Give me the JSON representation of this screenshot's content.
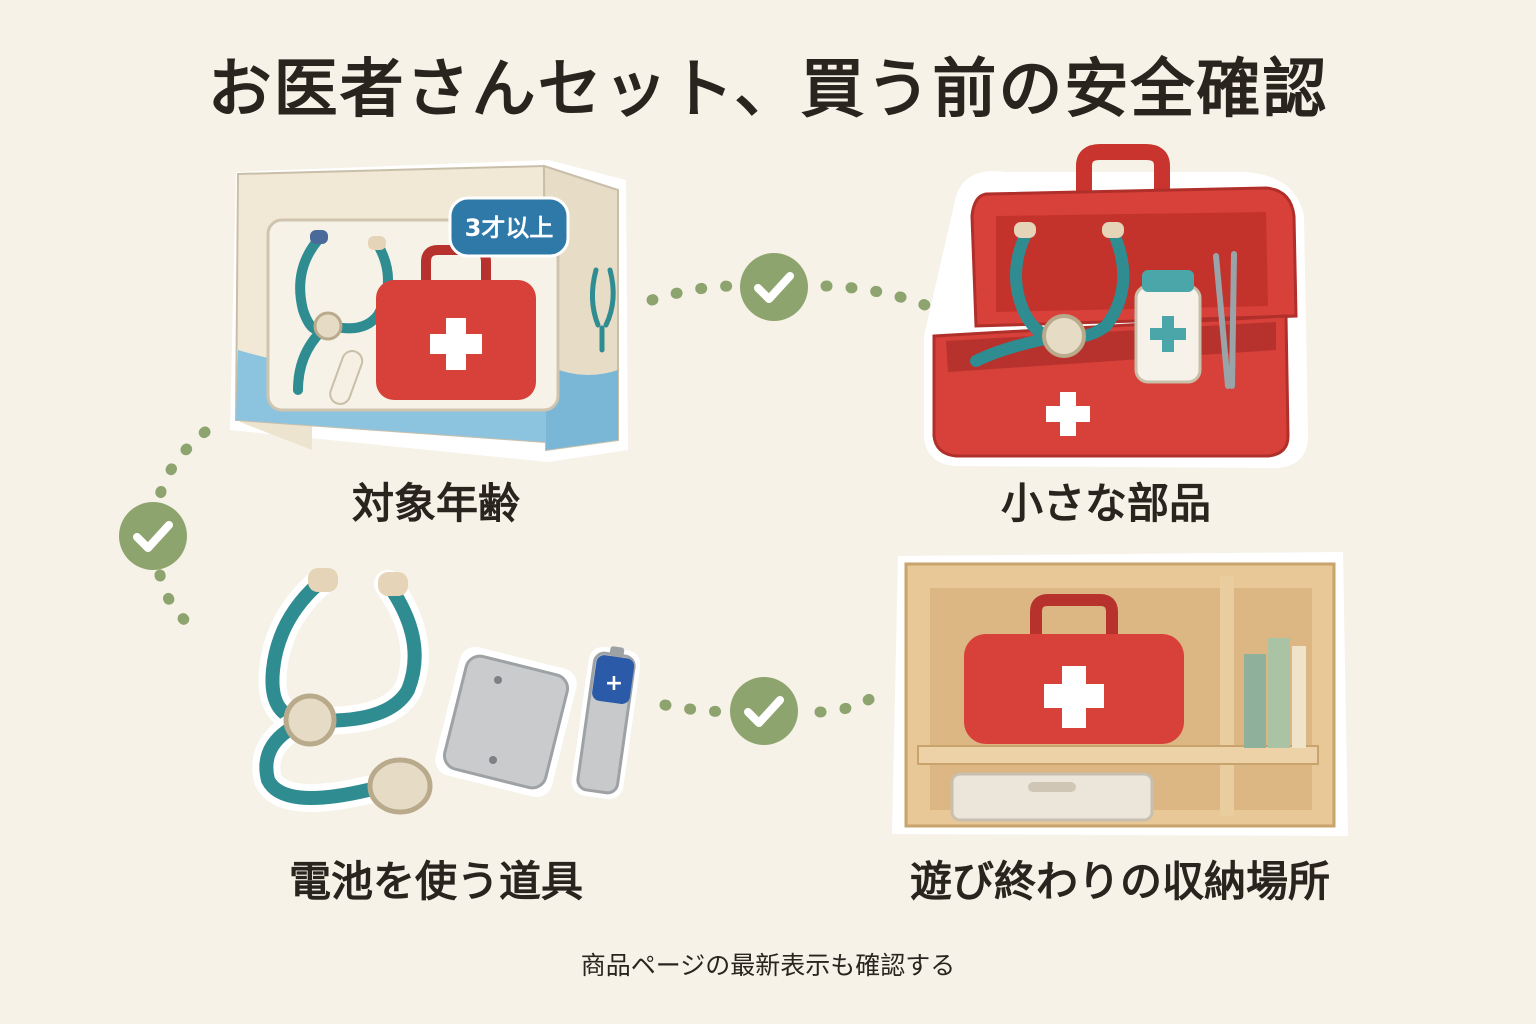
{
  "title": "お医者さんセット、買う前の安全確認",
  "box_badge": "3才以上",
  "items": [
    {
      "label": "対象年齢",
      "icon": "toy-box-icon"
    },
    {
      "label": "小さな部品",
      "icon": "open-medical-case-icon"
    },
    {
      "label": "電池を使う道具",
      "icon": "battery-stethoscope-icon"
    },
    {
      "label": "遊び終わりの収納場所",
      "icon": "storage-shelf-icon"
    }
  ],
  "footnote": "商品ページの最新表示も確認する",
  "colors": {
    "background": "#f6f2e8",
    "check_green": "#8ea46e",
    "dot": "#8ea46e",
    "kit_red": "#d8403a",
    "teal": "#2f8c91",
    "box_blue": "#6fb2d6"
  }
}
